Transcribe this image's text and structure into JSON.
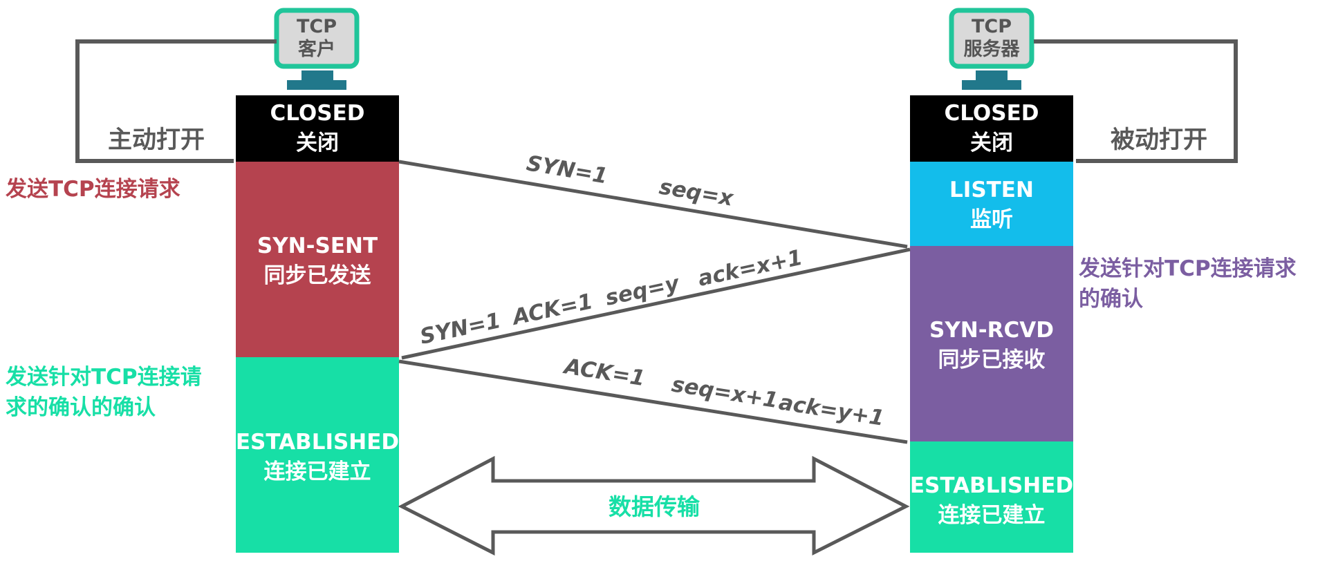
{
  "client": {
    "computer_line1": "TCP",
    "computer_line2": "客户",
    "closed_en": "CLOSED",
    "closed_zh": "关闭",
    "syn_sent_en": "SYN-SENT",
    "syn_sent_zh": "同步已发送",
    "established_en": "ESTABLISHED",
    "established_zh": "连接已建立",
    "open_label": "主动打开"
  },
  "server": {
    "computer_line1": "TCP",
    "computer_line2": "服务器",
    "closed_en": "CLOSED",
    "closed_zh": "关闭",
    "listen_en": "LISTEN",
    "listen_zh": "监听",
    "syn_rcvd_en": "SYN-RCVD",
    "syn_rcvd_zh": "同步已接收",
    "established_en": "ESTABLISHED",
    "established_zh": "连接已建立",
    "open_label": "被动打开"
  },
  "messages": {
    "m1_syn": "SYN=1",
    "m1_seq": "seq=x",
    "m2_syn": "SYN=1",
    "m2_ack": "ACK=1",
    "m2_seq": "seq=y",
    "m2_ackno": "ack=x+1",
    "m3_ack": "ACK=1",
    "m3_seq": "seq=x+1",
    "m3_ackno": "ack=y+1"
  },
  "notes": {
    "send_request": "发送TCP连接请求",
    "ack_request_line1": "发送针对TCP连接请求",
    "ack_request_line2": "的确认",
    "ack_ack_line1": "发送针对TCP连接请",
    "ack_ack_line2": "求的确认的确认"
  },
  "transfer_label": "数据传输",
  "colors": {
    "closed": "#000000",
    "syn_sent": "#b5434f",
    "established": "#17dfa6",
    "listen": "#13bdeb",
    "syn_rcvd": "#7b5ea1",
    "computer_frame": "#21c59a",
    "computer_stand": "#21788b",
    "arrow": "#595959",
    "note_red": "#b5434f",
    "note_purple": "#7b5ea1",
    "note_green": "#17dfa6"
  }
}
